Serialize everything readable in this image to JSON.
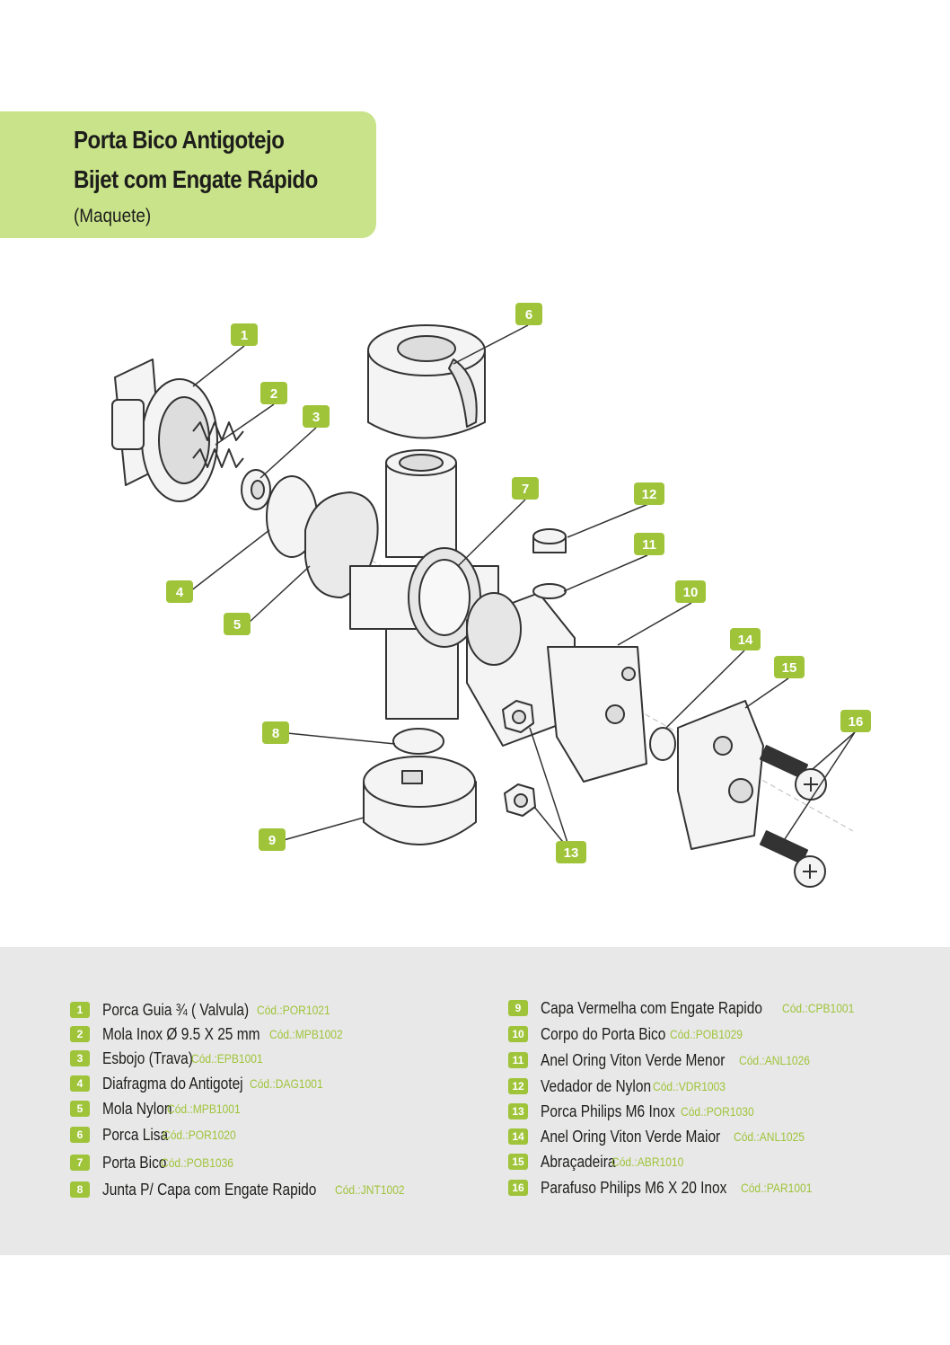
{
  "title": {
    "line1": "Porta Bico Antigotejo",
    "line2": "Bijet com Engate Rápido",
    "subtitle": "(Maquete)"
  },
  "colors": {
    "accent": "#9fc43a",
    "title_bg": "#c9e38a",
    "legend_bg": "#e8e8e8"
  },
  "callouts": [
    "1",
    "2",
    "3",
    "4",
    "5",
    "6",
    "7",
    "8",
    "9",
    "10",
    "11",
    "12",
    "13",
    "14",
    "15",
    "16"
  ],
  "parts": [
    {
      "num": "1",
      "name": "Porca Guia ¾ ( Valvula)",
      "code": "Cód.:POR1021"
    },
    {
      "num": "2",
      "name": "Mola Inox Ø 9.5 X 25 mm",
      "code": "Cód.:MPB1002"
    },
    {
      "num": "3",
      "name": "Esbojo (Trava)",
      "code": "Cód.:EPB1001"
    },
    {
      "num": "4",
      "name": "Diafragma do Antigotej",
      "code": "Cód.:DAG1001"
    },
    {
      "num": "5",
      "name": "Mola Nylon",
      "code": "Cód.:MPB1001"
    },
    {
      "num": "6",
      "name": "Porca Lisa",
      "code": "Cód.:POR1020"
    },
    {
      "num": "7",
      "name": "Porta Bico",
      "code": "Cód.:POB1036"
    },
    {
      "num": "8",
      "name": "Junta P/ Capa com Engate Rapido",
      "code": "Cód.:JNT1002"
    },
    {
      "num": "9",
      "name": "Capa Vermelha com Engate Rapido",
      "code": "Cód.:CPB1001"
    },
    {
      "num": "10",
      "name": "Corpo do Porta Bico",
      "code": "Cód.:POB1029"
    },
    {
      "num": "11",
      "name": "Anel Oring Viton Verde Menor",
      "code": "Cód.:ANL1026"
    },
    {
      "num": "12",
      "name": "Vedador de Nylon",
      "code": "Cód.:VDR1003"
    },
    {
      "num": "13",
      "name": "Porca Philips M6 Inox",
      "code": "Cód.:POR1030"
    },
    {
      "num": "14",
      "name": "Anel Oring Viton Verde Maior",
      "code": "Cód.:ANL1025"
    },
    {
      "num": "15",
      "name": "Abraçadeira",
      "code": "Cód.:ABR1010"
    },
    {
      "num": "16",
      "name": "Parafuso Philips M6 X 20 Inox",
      "code": "Cód.:PAR1001"
    }
  ]
}
